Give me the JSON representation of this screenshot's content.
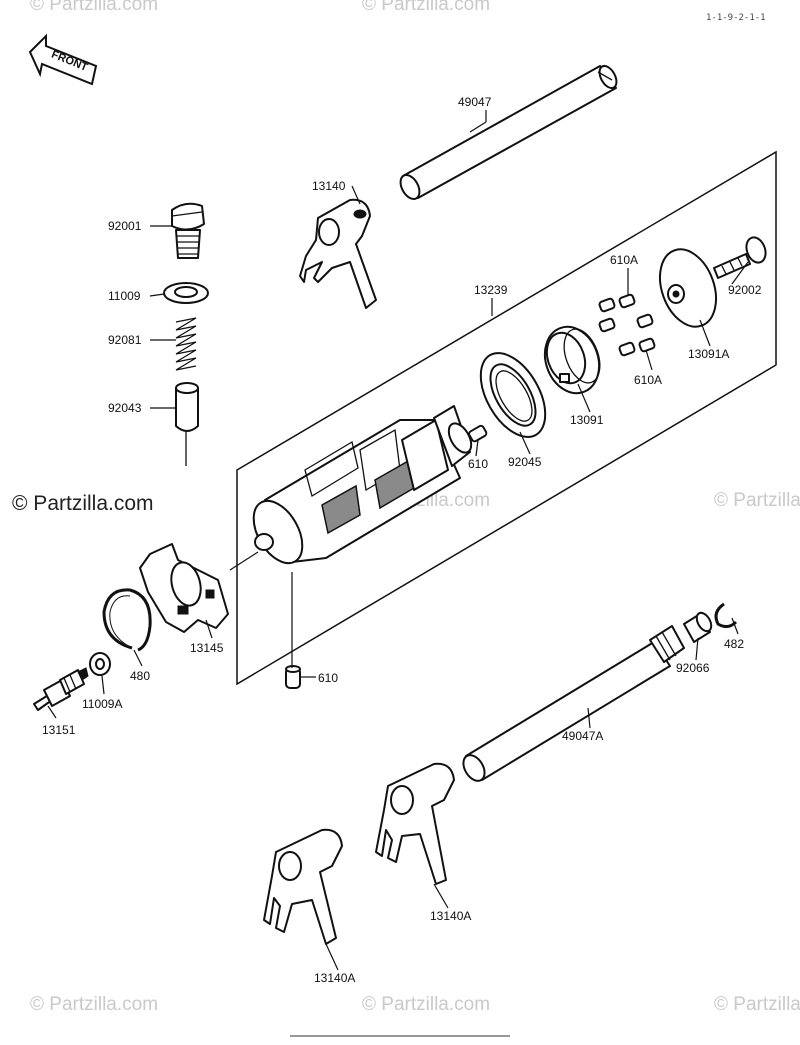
{
  "diagram": {
    "ref_code": "1-1-9-2-1-1",
    "front_label": "FRONT",
    "watermarks": [
      "© Partzilla.com",
      "© Partzilla.com",
      "© Partzilla.com",
      "© Partzilla.com",
      "© Partzilla.com",
      "© Partzilla.com",
      "© Partzilla.com",
      "© Partzilla.com"
    ],
    "parts": [
      {
        "id": "p49047",
        "label": "49047"
      },
      {
        "id": "p13140",
        "label": "13140"
      },
      {
        "id": "p92001",
        "label": "92001"
      },
      {
        "id": "p11009",
        "label": "11009"
      },
      {
        "id": "p92081",
        "label": "92081"
      },
      {
        "id": "p92043",
        "label": "92043"
      },
      {
        "id": "p13239",
        "label": "13239"
      },
      {
        "id": "p610A_1",
        "label": "610A"
      },
      {
        "id": "p92002",
        "label": "92002"
      },
      {
        "id": "p13091A",
        "label": "13091A"
      },
      {
        "id": "p610A_2",
        "label": "610A"
      },
      {
        "id": "p13091",
        "label": "13091"
      },
      {
        "id": "p92045",
        "label": "92045"
      },
      {
        "id": "p610_1",
        "label": "610"
      },
      {
        "id": "p13145",
        "label": "13145"
      },
      {
        "id": "p480",
        "label": "480"
      },
      {
        "id": "p11009A",
        "label": "11009A"
      },
      {
        "id": "p13151",
        "label": "13151"
      },
      {
        "id": "p610_2",
        "label": "610"
      },
      {
        "id": "p482",
        "label": "482"
      },
      {
        "id": "p92066",
        "label": "92066"
      },
      {
        "id": "p49047A",
        "label": "49047A"
      },
      {
        "id": "p13140A_1",
        "label": "13140A"
      },
      {
        "id": "p13140A_2",
        "label": "13140A"
      }
    ]
  }
}
